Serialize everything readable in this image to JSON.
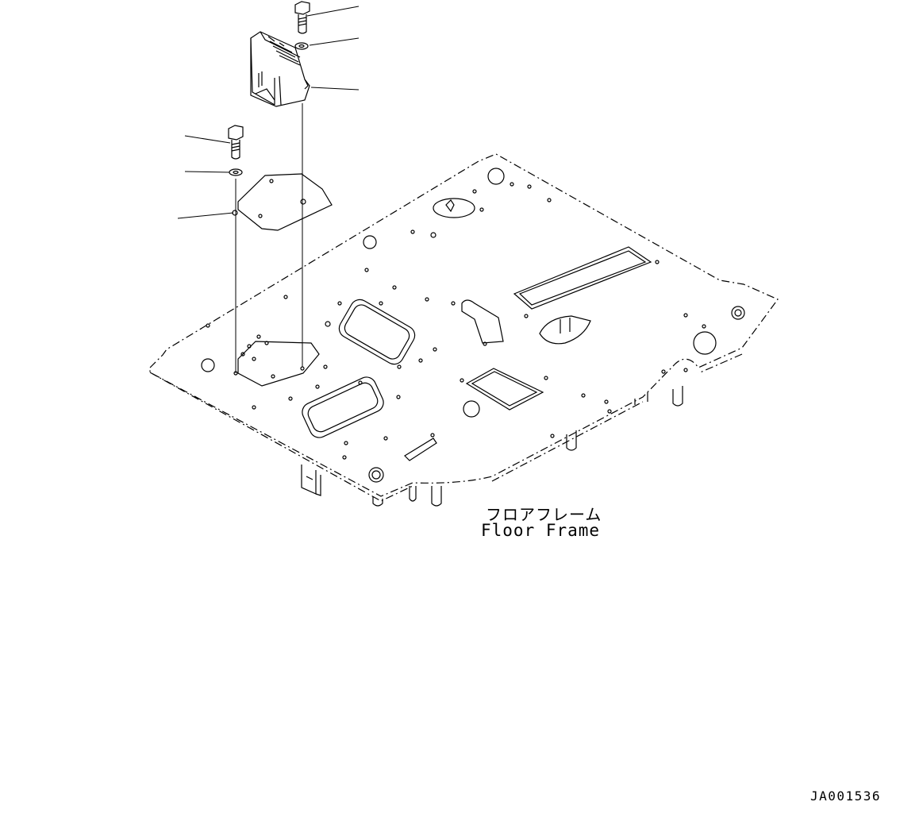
{
  "labels": {
    "part_name_jp": "フロアフレーム",
    "part_name_en": "Floor Frame",
    "drawing_id": "JA001536"
  },
  "colors": {
    "line": "#000000",
    "background": "#ffffff"
  }
}
